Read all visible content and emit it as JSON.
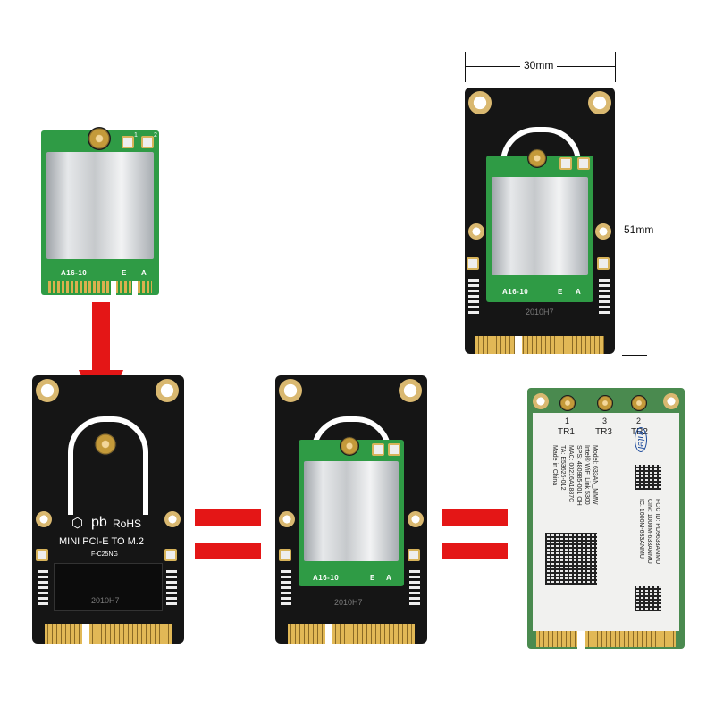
{
  "dimensions": {
    "width_label": "30mm",
    "height_label": "51mm"
  },
  "m2_card": {
    "label": "A16-10",
    "key_e": "E",
    "key_a": "A",
    "ant_main": "1",
    "ant_aux": "2"
  },
  "adapter": {
    "brand": "pb",
    "rohs": "RoHS",
    "title": "MINI PCI-E TO M.2",
    "model": "F-C25NG",
    "date_code": "2010H7"
  },
  "intel_card": {
    "brand": "intel",
    "connectors": [
      {
        "num": "1",
        "label": "TR1"
      },
      {
        "num": "3",
        "label": "TR3"
      },
      {
        "num": "2",
        "label": "TR2"
      }
    ],
    "sticker_lines": [
      "Model: 633AN_MMW",
      "Intel® WiFi Link 5300",
      "SPS: 480985-001 OH",
      "MAC: 00216A1887C",
      "TA: E53626-012",
      "Made in China"
    ],
    "fcc_lines": [
      "FCC ID: PD9633ANMU",
      "CIM: 1000M-633ANMU",
      "IC: 1000M-633ANMU"
    ]
  },
  "colors": {
    "arrow_red": "#e41616",
    "pcb_black": "#151515",
    "pcb_green": "#2f9b45"
  }
}
